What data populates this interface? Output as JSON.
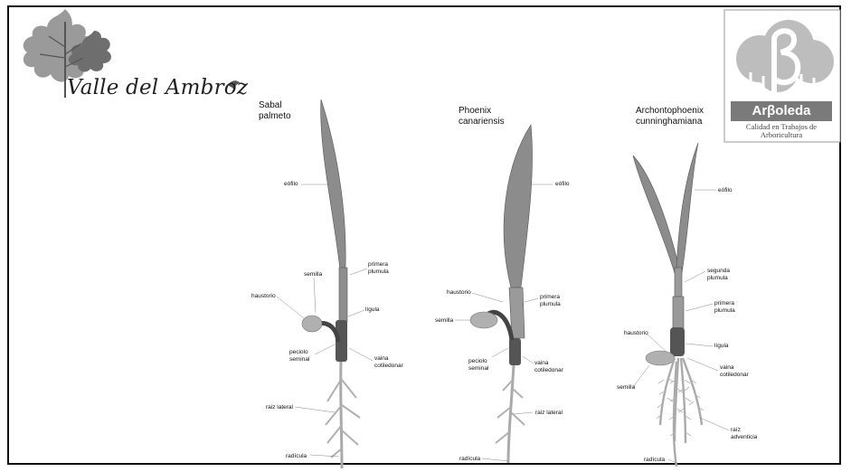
{
  "logo": {
    "brand_text": "Valle del Ambroz",
    "icon": "oak-leaf-icon"
  },
  "badge": {
    "name": "Arβoleda",
    "tagline_line1": "Calidad en Trabajos de",
    "tagline_line2": "Arboricultura",
    "icon": "beta-tree-icon"
  },
  "species": [
    {
      "title_line1": "Sabal",
      "title_line2": "palmeto",
      "labels": {
        "eofilo": "eófilo",
        "semilla": "semilla",
        "primera_plumula_1": "primera",
        "primera_plumula_2": "plumula",
        "haustorio": "haustorio",
        "ligula": "lígula",
        "peciolo_1": "peciolo",
        "peciolo_2": "seminal",
        "vaina_1": "vaina",
        "vaina_2": "cotiledonar",
        "raiz_lateral": "raiz lateral",
        "radicula": "radícula"
      }
    },
    {
      "title_line1": "Phoenix",
      "title_line2": "canariensis",
      "labels": {
        "eofilo": "eófilo",
        "haustorio": "haustorio",
        "primera_plumula_1": "primera",
        "primera_plumula_2": "plumula",
        "semilla": "semilla",
        "peciolo_1": "peciolo",
        "peciolo_2": "seminal",
        "vaina_1": "vaina",
        "vaina_2": "cotiledonar",
        "raiz_lateral": "raiz lateral",
        "radicula": "radícula"
      }
    },
    {
      "title_line1": "Archontophoenix",
      "title_line2": "cunninghamiana",
      "labels": {
        "eofilo": "eófilo",
        "segunda_plumula_1": "segunda",
        "segunda_plumula_2": "plumula",
        "primera_plumula_1": "primera",
        "primera_plumula_2": "plumula",
        "haustorio": "haustorio",
        "ligula": "lígula",
        "vaina_1": "vaina",
        "vaina_2": "cotiledonar",
        "semilla": "semilla",
        "raiz_1": "raíz",
        "raiz_2": "adventicia",
        "radicula": "radícula"
      }
    }
  ]
}
